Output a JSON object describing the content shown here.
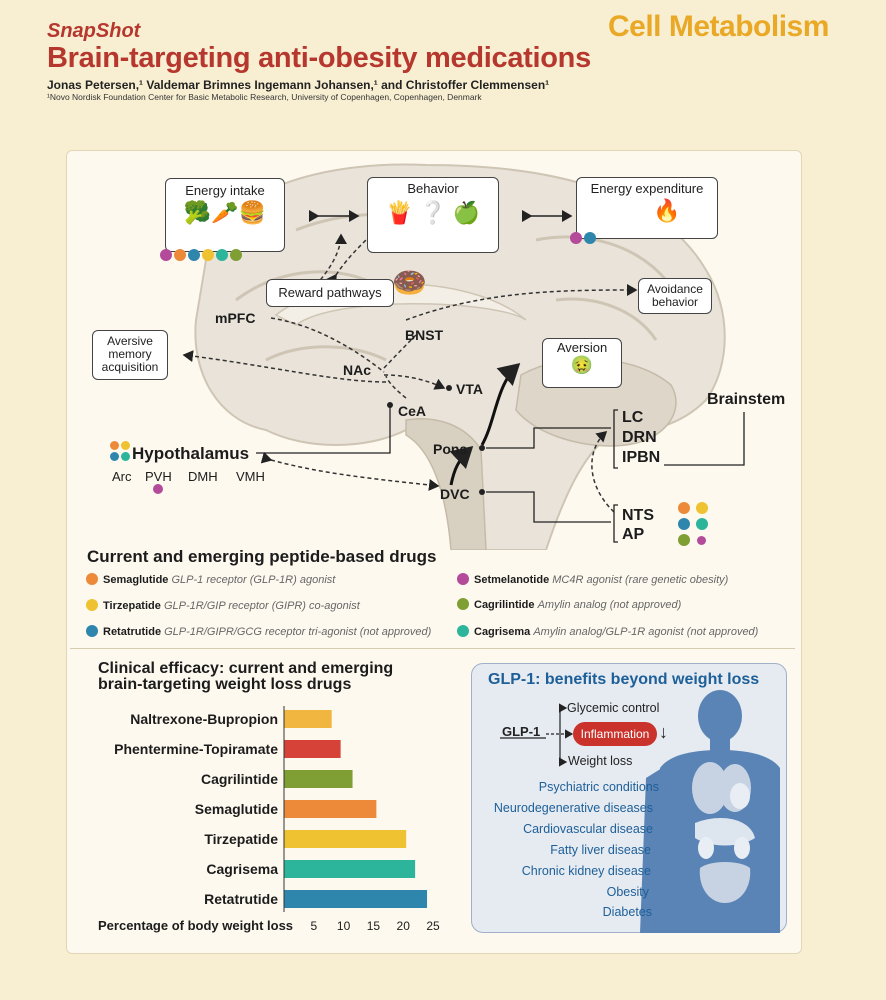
{
  "header": {
    "snapshot": "SnapShot",
    "journal": "Cell Metabolism",
    "title": "Brain-targeting anti-obesity medications",
    "authors": "Jonas Petersen,¹ Valdemar Brimnes Ingemann Johansen,¹ and Christoffer Clemmensen¹",
    "affiliation": "¹Novo Nordisk Foundation Center for Basic Metabolic Research, University of Copenhagen, Copenhagen, Denmark"
  },
  "diagram": {
    "boxes": {
      "energy_intake": "Energy intake",
      "behavior": "Behavior",
      "energy_expenditure": "Energy expenditure",
      "reward_pathways": "Reward pathways",
      "avoidance_behavior": "Avoidance behavior",
      "aversive_memory": "Aversive memory acquisition",
      "aversion": "Aversion"
    },
    "regions": {
      "mpfc": "mPFC",
      "bnst": "BNST",
      "nac": "NAc",
      "vta": "VTA",
      "cea": "CeA",
      "hypothalamus": "Hypothalamus",
      "arc": "Arc",
      "pvh": "PVH",
      "dmh": "DMH",
      "vmh": "VMH",
      "pons": "Pons",
      "dvc": "DVC",
      "brainstem": "Brainstem",
      "lc": "LC",
      "drn": "DRN",
      "ipbn": "IPBN",
      "nts": "NTS",
      "ap": "AP"
    }
  },
  "colors": {
    "semaglutide": "#ec8a3a",
    "tirzepatide": "#eec230",
    "retatrutide": "#2f86ad",
    "setmelanotide": "#b44b9a",
    "cagrilintide": "#7f9e33",
    "cagrisema": "#2db59c",
    "naltrexone": "#f0b640",
    "phentermine": "#d64238",
    "title_red": "#b6372e",
    "journal_gold": "#e9a826",
    "glp_blue": "#1d5f98"
  },
  "drugs": {
    "title": "Current and emerging peptide-based drugs",
    "items": [
      {
        "name": "Semaglutide",
        "desc": "GLP-1 receptor (GLP-1R) agonist"
      },
      {
        "name": "Tirzepatide",
        "desc": "GLP-1R/GIP receptor (GIPR) co-agonist"
      },
      {
        "name": "Retatrutide",
        "desc": "GLP-1R/GIPR/GCG receptor tri-agonist (not approved)"
      },
      {
        "name": "Setmelanotide",
        "desc": "MC4R agonist (rare genetic obesity)"
      },
      {
        "name": "Cagrilintide",
        "desc": "Amylin analog (not approved)"
      },
      {
        "name": "Cagrisema",
        "desc": "Amylin analog/GLP-1R agonist (not approved)"
      }
    ]
  },
  "efficacy": {
    "title_line1": "Clinical efficacy: current and emerging",
    "title_line2": "brain-targeting weight loss drugs"
  },
  "chart_data": {
    "type": "bar",
    "orientation": "horizontal",
    "title": "Clinical efficacy: current and emerging brain-targeting weight loss drugs",
    "xlabel": "Percentage of body weight loss",
    "categories": [
      "Naltrexone-Bupropion",
      "Phentermine-Topiramate",
      "Cagrilintide",
      "Semaglutide",
      "Tirzepatide",
      "Cagrisema",
      "Retatrutide"
    ],
    "values": [
      8,
      9.5,
      11.5,
      15.5,
      20.5,
      22,
      24
    ],
    "colors": [
      "#f0b640",
      "#d64238",
      "#7f9e33",
      "#ec8a3a",
      "#eec230",
      "#2db59c",
      "#2f86ad"
    ],
    "xticks": [
      5,
      10,
      15,
      20,
      25
    ],
    "xlim": [
      0,
      25
    ],
    "grid": false
  },
  "glp": {
    "title": "GLP-1: benefits beyond weight loss",
    "glp1": "GLP-1",
    "glycemic": "Glycemic control",
    "inflammation": "Inflammation",
    "weight_loss": "Weight loss",
    "benefits": [
      "Psychiatric conditions",
      "Neurodegenerative diseases",
      "Cardiovascular disease",
      "Fatty liver disease",
      "Chronic kidney disease",
      "Obesity",
      "Diabetes"
    ]
  }
}
